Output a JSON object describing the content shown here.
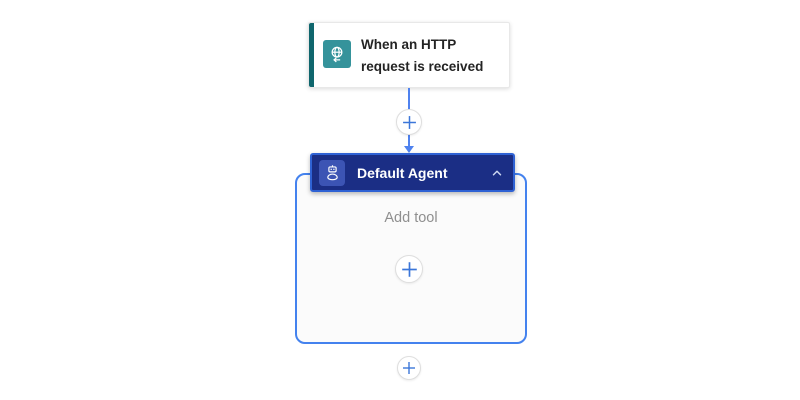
{
  "trigger_card": {
    "title": "When an HTTP request is received",
    "icon": "http-request-globe-icon"
  },
  "agent_card": {
    "title": "Default Agent",
    "icon": "agent-bot-icon",
    "collapse_icon": "chevron-up-icon",
    "add_tool_label": "Add tool"
  },
  "connectors": {
    "insert_step_icon": "plus-icon",
    "add_tool_button_icon": "plus-icon",
    "add_next_step_icon": "plus-icon"
  },
  "colors": {
    "connector": "#4f82ef",
    "plus": "#3b76d9",
    "trigger_accent": "#0f666d",
    "trigger_icon_bg": "#35939b",
    "agent_header_bg": "#1b2e85",
    "agent_header_border": "#2f62d4",
    "agent_icon_bg": "#3c54b4",
    "container_border": "#4482ee"
  }
}
